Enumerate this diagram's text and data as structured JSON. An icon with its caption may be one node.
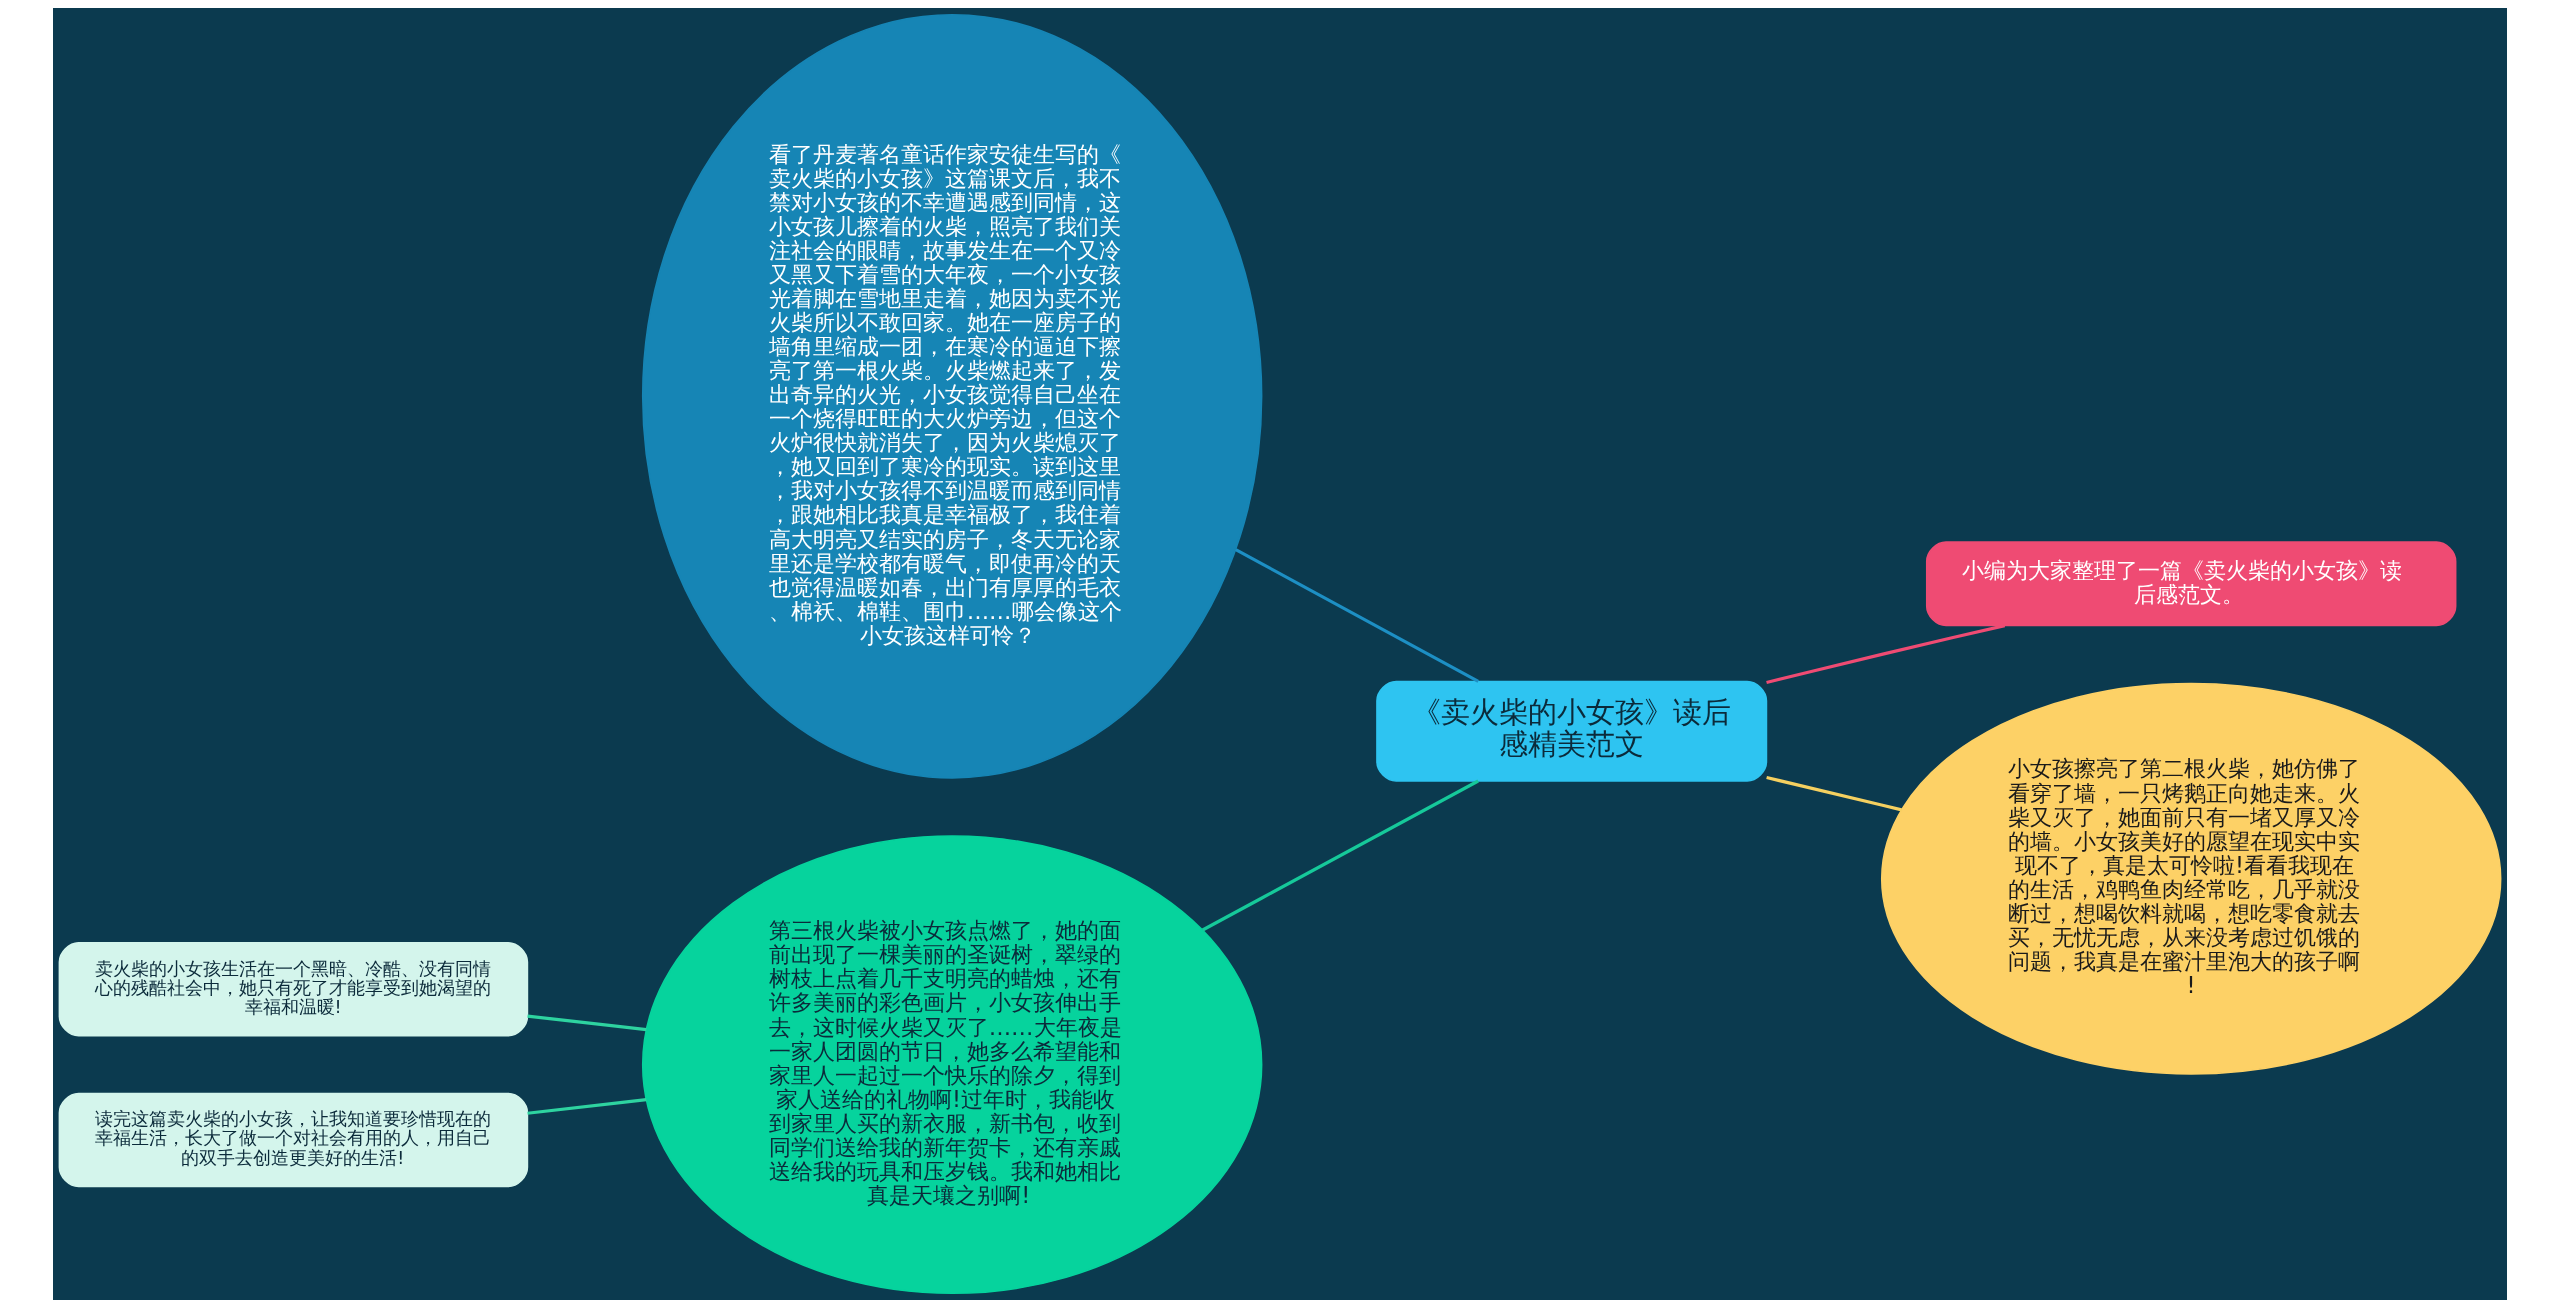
{
  "diagram": {
    "nodes": [
      {
        "text": [
          "《卖火柴的小女孩》读后感精美范文"
        ]
      },
      {
        "text": [
          "看了丹麦著名童话作家安徒生写的《卖火柴的小女孩》这篇课文后，我不禁对小女孩的不幸遭遇感到同情，这小女孩儿擦着的火柴，照亮了我们关注社会的眼睛，故事发生在一个又冷又黑又下着雪的大年夜，一个小女孩光着脚在雪地里走着，她因为卖不光火柴所以不敢回家。她在一座房子的墙角里缩成一团，在寒冷的逼迫下擦亮了第一根火柴。火柴燃起来了，发出奇异的火光，小女孩觉得自己坐在一个烧得旺旺的大火炉旁边，但这个火炉很快就消失了，因为火柴熄灭了，她又回到了寒冷的现实。读到这里，我对小女孩得不到温暖而感到同情，跟她相比我真是幸福极了，我住着高大明亮又结实的房子，冬天无论家里还是学校都有暖气，即使再冷的天也觉得温暖如春，出门有厚厚的毛衣、棉袄、棉鞋、围巾……哪会像这个小女孩这样可怜？"
        ]
      },
      {
        "text": [
          "小编为大家整理了一篇《卖火柴的小女孩》读后感范文。"
        ]
      },
      {
        "text": [
          "小女孩擦亮了第二根火柴，她仿佛了看穿了墙，一只烤鹅正向她走来。火柴又灭了，她面前只有一堵又厚又冷的墙。小女孩美好的愿望在现实中实现不了，真是太可怜啦!看看我现在的生活，鸡鸭鱼肉经常吃，几乎就没断过，想喝饮料就喝，想吃零食就去买，无忧无虑，从来没考虑过饥饿的问题，我真是在蜜汁里泡大的孩子啊!"
        ]
      },
      {
        "text": [
          "第三根火柴被小女孩点燃了，她的面前出现了一棵美丽的圣诞树，翠绿的树枝上点着几千支明亮的蜡烛，还有许多美丽的彩色画片，小女孩伸出手去，这时候火柴又灭了……大年夜是一家人团圆的节日，她多么希望能和家里人一起过一个快乐的除夕，得到家人送给的礼物啊!过年时，我能收到家里人买的新衣服，新书包，收到同学们送给我的新年贺卡，还有亲戚送给我的玩具和压岁钱。我和她相比真是天壤之别啊!"
        ]
      },
      {
        "text": [
          "卖火柴的小女孩生活在一个黑暗、冷酷、没有同情心的残酷社会中，她只有死了才能享受到她渴望的幸福和温暖!"
        ]
      },
      {
        "text": [
          "读完这篇卖火柴的小女孩，让我知道要珍惜现在的幸福生活，长大了做一个对社会有用的人，用自己的双手去创造更美好的生活!"
        ]
      }
    ],
    "edges": [
      {
        "from": 5,
        "to": 4,
        "arrow": "none",
        "color": "#2ed3a0"
      },
      {
        "from": 6,
        "to": 4,
        "arrow": "none",
        "color": "#2ed3a0"
      },
      {
        "from": 1,
        "to": 0,
        "arrow": "none",
        "color": "#1d8fc4"
      },
      {
        "from": 4,
        "to": 0,
        "arrow": "none",
        "color": "#16c99a"
      },
      {
        "from": 0,
        "to": 2,
        "arrow": "none",
        "color": "#ef4b73"
      },
      {
        "from": 0,
        "to": 3,
        "arrow": "none",
        "color": "#f5d060"
      }
    ]
  }
}
